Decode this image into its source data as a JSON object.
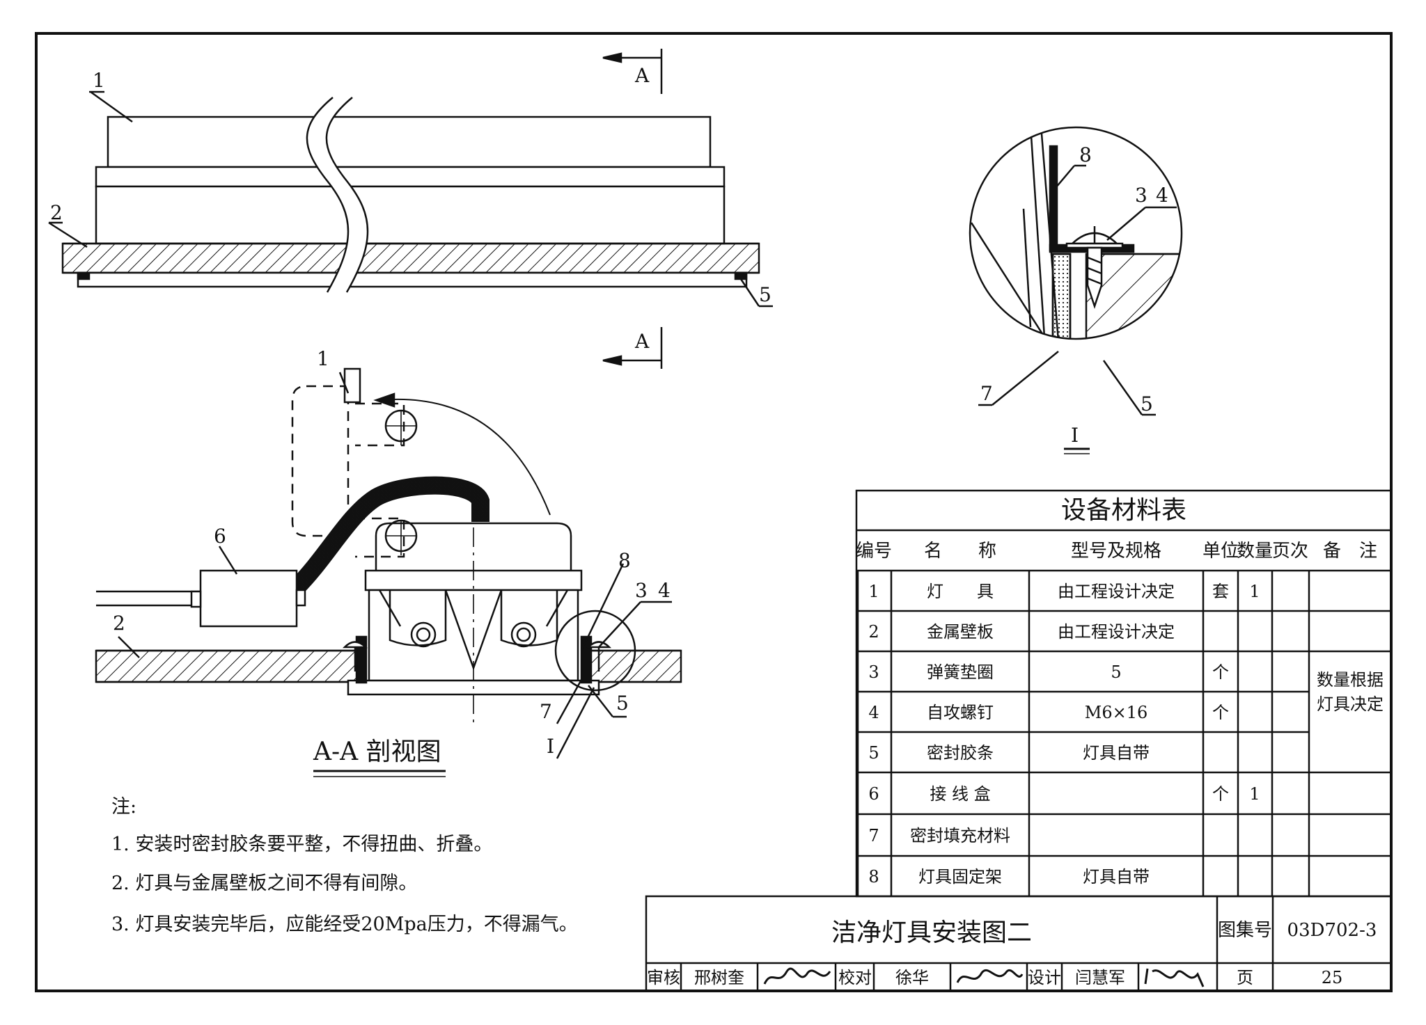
{
  "drawing": {
    "section_marker": "A",
    "plan_callouts": [
      "1",
      "2",
      "5"
    ],
    "section_callouts": [
      "1",
      "6",
      "2",
      "8",
      "3",
      "4",
      "7",
      "5",
      "I"
    ],
    "section_title": "A-A 剖视图",
    "detail_callouts": [
      "8",
      "3",
      "4",
      "7",
      "5"
    ],
    "detail_title": "I"
  },
  "notes": {
    "heading": "注:",
    "items": [
      "1. 安装时密封胶条要平整，不得扭曲、折叠。",
      "2. 灯具与金属壁板之间不得有间隙。",
      "3. 灯具安装完毕后，应能经受20Mpa压力，不得漏气。"
    ]
  },
  "materials_table": {
    "title": "设备材料表",
    "headers": [
      "编号",
      "名　　称",
      "型号及规格",
      "单位",
      "数量",
      "页次",
      "备　注"
    ],
    "rows": [
      {
        "no": "1",
        "name": "灯　　具",
        "spec": "由工程设计决定",
        "unit": "套",
        "qty": "1"
      },
      {
        "no": "2",
        "name": "金属壁板",
        "spec": "由工程设计决定",
        "unit": "",
        "qty": ""
      },
      {
        "no": "3",
        "name": "弹簧垫圈",
        "spec": "5",
        "unit": "个",
        "qty": ""
      },
      {
        "no": "4",
        "name": "自攻螺钉",
        "spec": "M6×16",
        "unit": "个",
        "qty": ""
      },
      {
        "no": "5",
        "name": "密封胶条",
        "spec": "灯具自带",
        "unit": "",
        "qty": ""
      },
      {
        "no": "6",
        "name": "接 线 盒",
        "spec": "",
        "unit": "个",
        "qty": "1"
      },
      {
        "no": "7",
        "name": "密封填充材料",
        "spec": "",
        "unit": "",
        "qty": ""
      },
      {
        "no": "8",
        "name": "灯具固定架",
        "spec": "灯具自带",
        "unit": "",
        "qty": ""
      }
    ],
    "remark_line1": "数量根据",
    "remark_line2": "灯具决定"
  },
  "title_block": {
    "drawing_title": "洁净灯具安装图二",
    "atlas_label": "图集号",
    "atlas_no": "03D702-3",
    "review_label": "审核",
    "reviewer": "邢树奎",
    "check_label": "校对",
    "checker": "徐华",
    "design_label": "设计",
    "designer": "闫慧军",
    "page_label": "页",
    "page_no": "25"
  }
}
